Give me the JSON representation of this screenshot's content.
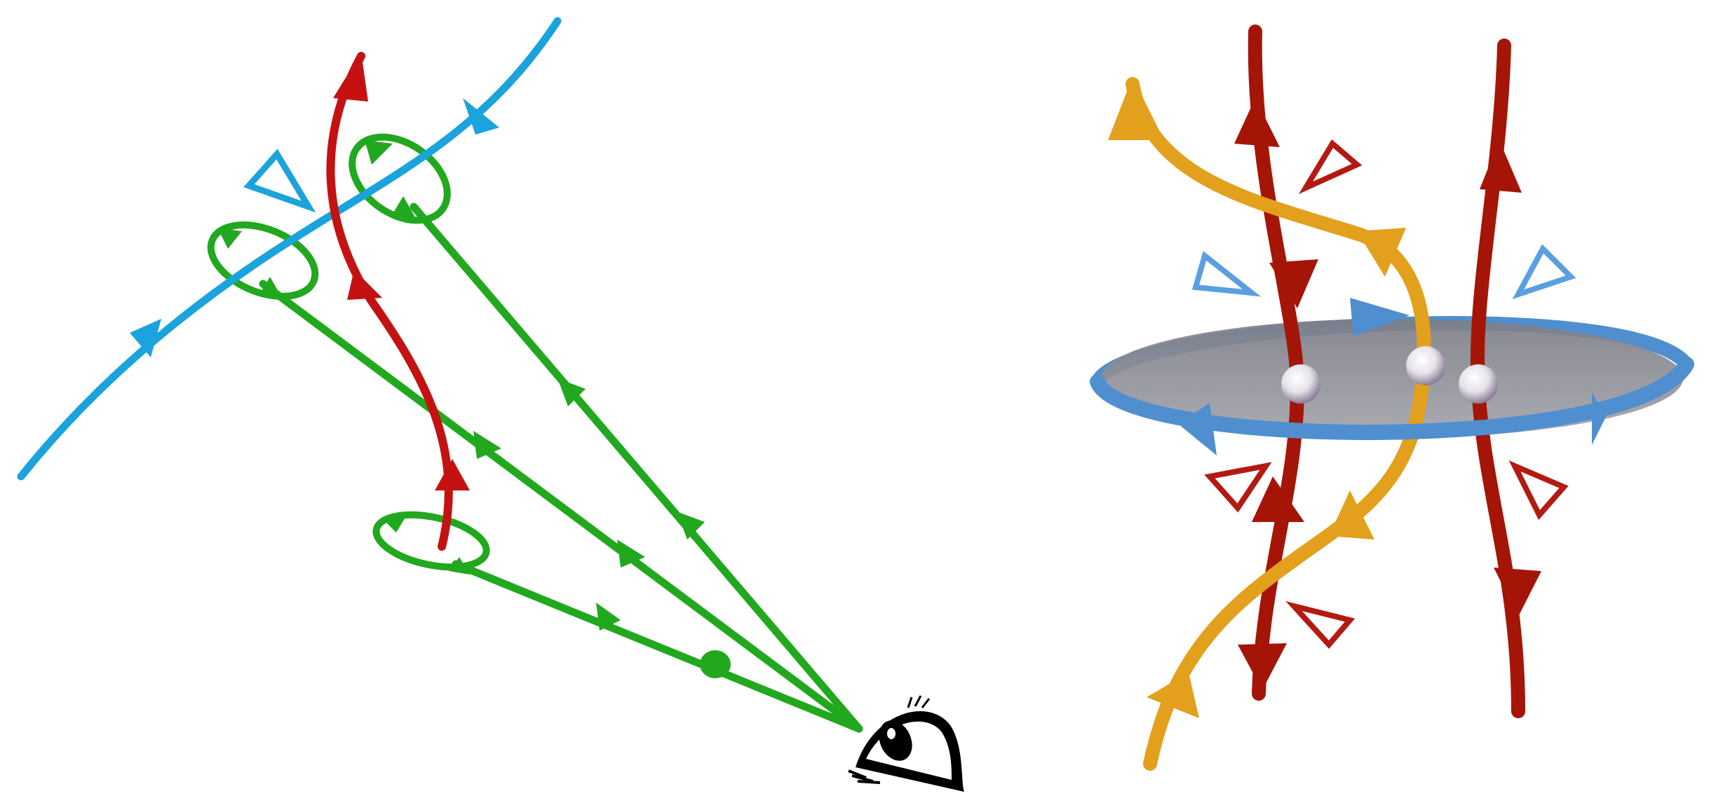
{
  "figure": {
    "left_panel": {
      "strands": [
        {
          "id": "blue-strand",
          "color": "#1aa3dc",
          "direction": "down-left"
        },
        {
          "id": "red-strand",
          "color": "#c41212",
          "direction": "up"
        },
        {
          "id": "green-lines",
          "color": "#22a81e",
          "direction": "toward-observer"
        }
      ],
      "observer_icon": "eye-icon",
      "marker_icon": "open-triangle-icon",
      "marker_color": "#1aa3dc"
    },
    "right_panel": {
      "strands": [
        {
          "id": "dark-red-strand-left",
          "color": "#a41508"
        },
        {
          "id": "orange-strand",
          "color": "#e8a21a"
        },
        {
          "id": "dark-red-strand-right",
          "color": "#a41508"
        }
      ],
      "loop": {
        "id": "blue-ring",
        "color": "#4f8fcf",
        "fill": "#8c8c94"
      },
      "crossing_markers": 3,
      "red_marker_color": "#b31a12",
      "blue_marker_color": "#5aa0e0"
    }
  }
}
